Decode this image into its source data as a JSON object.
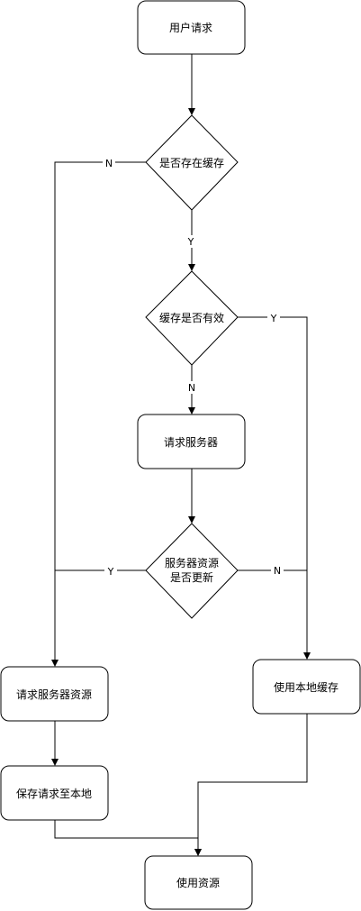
{
  "nodes": {
    "user_request": "用户请求",
    "cache_exists": "是否存在缓存",
    "cache_valid": "缓存是否有效",
    "request_server": "请求服务器",
    "server_updated_line1": "服务器资源",
    "server_updated_line2": "是否更新",
    "request_server_resource": "请求服务器资源",
    "use_local_cache": "使用本地缓存",
    "save_request_local": "保存请求至本地",
    "use_resource": "使用资源"
  },
  "edges": {
    "cache_exists_no": "N",
    "cache_exists_yes": "Y",
    "cache_valid_yes": "Y",
    "cache_valid_no": "N",
    "server_updated_yes": "Y",
    "server_updated_no": "N"
  }
}
